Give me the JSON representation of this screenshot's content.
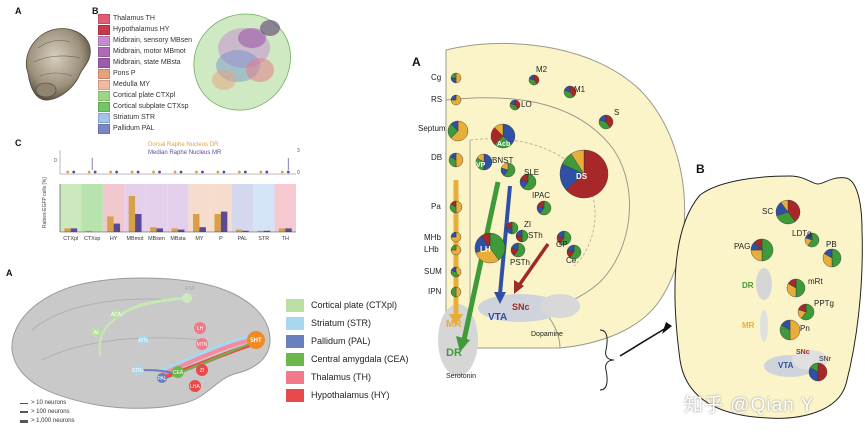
{
  "left_top": {
    "panel_a": "A",
    "panel_b": "B",
    "panel_c": "C",
    "regions": [
      {
        "label": "Thalamus TH",
        "color": "#e45d75"
      },
      {
        "label": "Hypothalamus HY",
        "color": "#c83a4a"
      },
      {
        "label": "Midbrain, sensory MBsen",
        "color": "#c78ccf"
      },
      {
        "label": "Midbrain, motor MBmot",
        "color": "#b06ab5"
      },
      {
        "label": "Midbrain, state MBsta",
        "color": "#9e5bab"
      },
      {
        "label": "Pons P",
        "color": "#e8a07d"
      },
      {
        "label": "Medulla MY",
        "color": "#f0b7a1"
      },
      {
        "label": "Cortical plate CTXpl",
        "color": "#9ed685"
      },
      {
        "label": "Cortical subplate CTXsp",
        "color": "#73c565"
      },
      {
        "label": "Striatum STR",
        "color": "#a0c4ec"
      },
      {
        "label": "Pallidum PAL",
        "color": "#7b86c6"
      }
    ]
  },
  "chart_data": {
    "type": "bar",
    "ylabel": "Rabies-EGFP cells [%]",
    "top_axis_left": "0",
    "top_axis_right_top": "30",
    "top_axis_right_bottom": "0",
    "top_axis_left_top": "",
    "legend": [
      {
        "label": "Dorsal Raphe Nucleus DR",
        "color": "#e5a243"
      },
      {
        "label": "Median Raphe Nucleus MR",
        "color": "#5d4aa0"
      }
    ],
    "categories": [
      "CTXpl",
      "CTXsp",
      "HY",
      "MBmot",
      "MBsen",
      "MBsta",
      "MY",
      "P",
      "PAL",
      "STR",
      "TH"
    ],
    "band_colors": [
      "#cbe9bd",
      "#b7e4ad",
      "#f2c8cf",
      "#e5d0ec",
      "#e5d0ec",
      "#e5d0ec",
      "#f6dccc",
      "#f6dccc",
      "#d4d8ee",
      "#d2e4f6",
      "#f6c9d1"
    ],
    "series": [
      {
        "name": "Dorsal Raphe Nucleus DR",
        "color": "#d9a04a",
        "values": [
          3.0,
          1.0,
          13.0,
          30.0,
          4.0,
          3.0,
          15.0,
          15.0,
          2.0,
          1.0,
          3.0
        ]
      },
      {
        "name": "Median Raphe Nucleus MR",
        "color": "#5b4a94",
        "values": [
          3.0,
          0.0,
          7.0,
          15.0,
          3.0,
          2.0,
          4.0,
          17.0,
          1.0,
          1.0,
          3.0
        ]
      }
    ],
    "ylim": [
      0,
      40
    ]
  },
  "left_bottom": {
    "panel_a": "A",
    "node_labels": [
      "RSP",
      "ACA",
      "AI",
      "ATN",
      "STRv",
      "PAL",
      "CEA",
      "LH",
      "MTN",
      "ZI",
      "LHA",
      "5HT"
    ],
    "legend": [
      {
        "label": "Cortical plate (CTXpl)",
        "color": "#b9dfa5"
      },
      {
        "label": "Striatum (STR)",
        "color": "#a8d8f0"
      },
      {
        "label": "Pallidum (PAL)",
        "color": "#6a7fc0"
      },
      {
        "label": "Central amygdala (CEA)",
        "color": "#6bb84b"
      },
      {
        "label": "Thalamus (TH)",
        "color": "#f07a8a"
      },
      {
        "label": "Hypothalamus (HY)",
        "color": "#e84a4a"
      }
    ],
    "scale": [
      "> 10 neurons",
      "> 100 neurons",
      "> 1,000 neurons"
    ]
  },
  "right": {
    "panel_a": "A",
    "panel_b": "B",
    "left_labels": [
      "Cg",
      "RS",
      "Septum",
      "DB",
      "Pa",
      "MHb",
      "LHb",
      "SUM",
      "IPN"
    ],
    "inner_labels": [
      "M2",
      "M1",
      "LO",
      "S",
      "Acb",
      "VP",
      "BNST",
      "SLE",
      "DS",
      "IPAC",
      "LH",
      "ZI",
      "STh",
      "PSTh",
      "GP",
      "Ce"
    ],
    "targets": {
      "MR": "MR",
      "DR": "DR",
      "VTA": "VTA",
      "SNc": "SNc"
    },
    "bottom_labels": {
      "serotonin": "Serotonin",
      "dopamine": "Dopamine"
    },
    "b_labels": [
      "SC",
      "LDTg",
      "PB",
      "PAG",
      "mRt",
      "PPTg",
      "Pn"
    ],
    "b_targets": {
      "DR": "DR",
      "MR": "MR",
      "VTA": "VTA",
      "SNc": "SNc",
      "SNr": "SNr"
    },
    "watermark": "知乎 @Qian Y"
  }
}
